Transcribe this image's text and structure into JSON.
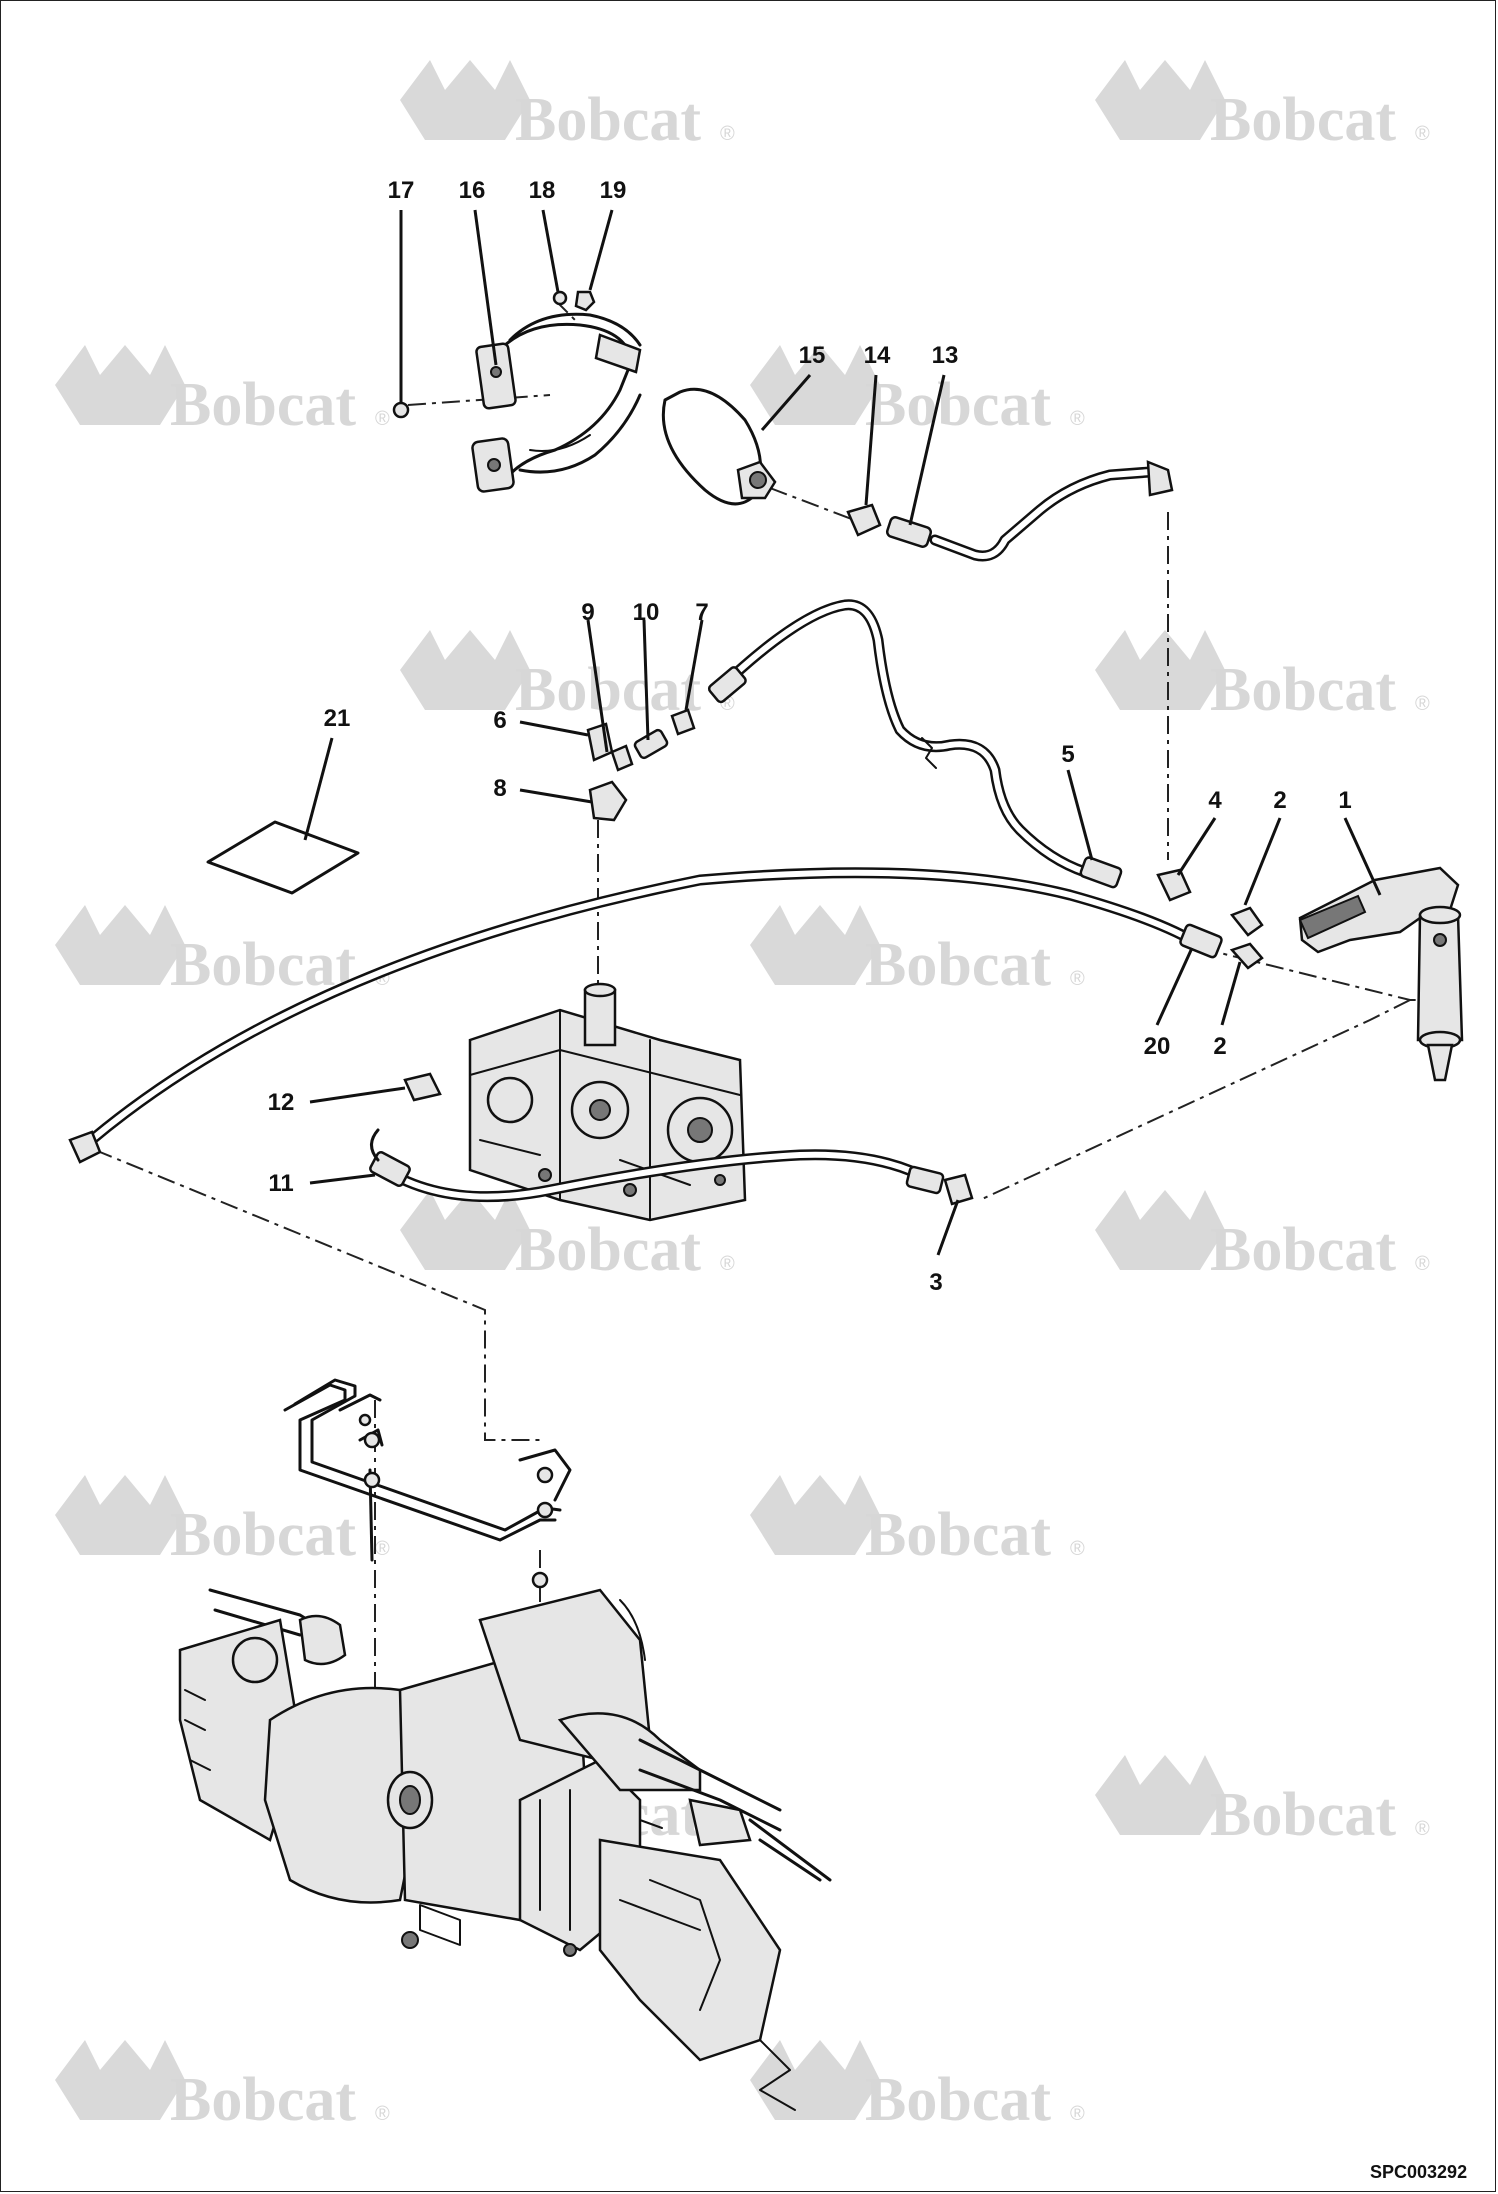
{
  "diagram": {
    "drawing_id": "SPC003292",
    "watermark": {
      "text": "Bobcat",
      "mark": "®"
    },
    "callouts": {
      "c1": "1",
      "c2a": "2",
      "c2b": "2",
      "c3": "3",
      "c4": "4",
      "c5": "5",
      "c6": "6",
      "c7": "7",
      "c8": "8",
      "c9": "9",
      "c10": "10",
      "c11": "11",
      "c12": "12",
      "c13": "13",
      "c14": "14",
      "c15": "15",
      "c16": "16",
      "c17": "17",
      "c18": "18",
      "c19": "19",
      "c20": "20",
      "c21": "21"
    },
    "colors": {
      "line": "#111111",
      "watermark": "#d7d7d7",
      "background": "#ffffff"
    }
  }
}
